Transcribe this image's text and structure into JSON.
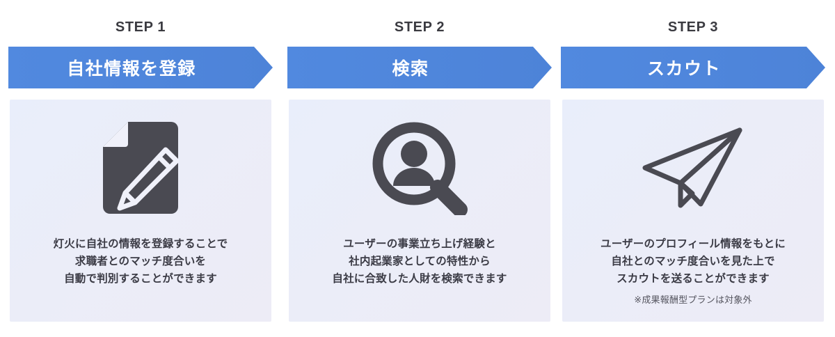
{
  "theme": {
    "banner_color": "#5189df",
    "banner_color_dark": "#4d83d8",
    "card_bg_start": "#e9eefb",
    "card_bg_end": "#edecf6",
    "icon_color": "#4a4a52",
    "caption_color": "#3a3a40",
    "text_color": "#3b3b45",
    "page_bg": "#ffffff"
  },
  "steps": [
    {
      "caption": "STEP 1",
      "banner_label": "自社情報を登録",
      "icon": "document-pencil-icon",
      "description": "灯火に自社の情報を登録することで\n求職者とのマッチ度合いを\n自動で判別することができます",
      "note": ""
    },
    {
      "caption": "STEP 2",
      "banner_label": "検索",
      "icon": "person-search-icon",
      "description": "ユーザーの事業立ち上げ経験と\n社内起業家としての特性から\n自社に合致した人財を検索できます",
      "note": ""
    },
    {
      "caption": "STEP 3",
      "banner_label": "スカウト",
      "icon": "paper-plane-icon",
      "description": "ユーザーのプロフィール情報をもとに\n自社とのマッチ度合いを見た上で\nスカウトを送ることができます",
      "note": "※成果報酬型プランは対象外"
    }
  ]
}
